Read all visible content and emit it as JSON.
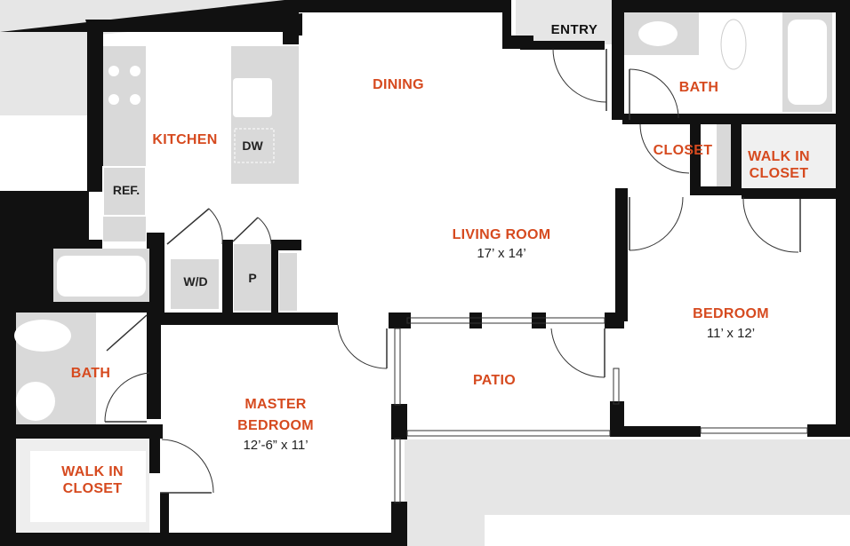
{
  "rooms": {
    "entry": "ENTRY",
    "dining": "DINING",
    "kitchen": "KITCHEN",
    "bath_top": "BATH",
    "closet": "CLOSET",
    "walk_in_closet_right_line1": "WALK IN",
    "walk_in_closet_right_line2": "CLOSET",
    "living_room": "LIVING ROOM",
    "living_room_dim": "17’ x 14’",
    "bedroom": "BEDROOM",
    "bedroom_dim": "11’ x 12’",
    "patio": "PATIO",
    "bath_left": "BATH",
    "master_bedroom_line1": "MASTER",
    "master_bedroom_line2": "BEDROOM",
    "master_bedroom_dim": "12’-6” x 11’",
    "walk_in_closet_left_line1": "WALK IN",
    "walk_in_closet_left_line2": "CLOSET"
  },
  "fixtures": {
    "dishwasher": "DW",
    "refrigerator": "REF.",
    "washer_dryer": "W/D",
    "pantry": "P"
  },
  "colors": {
    "wall": "#111111",
    "label": "#d64a1f",
    "fixture_fill": "#d9d9d9",
    "exterior": "#e3e3e3"
  }
}
